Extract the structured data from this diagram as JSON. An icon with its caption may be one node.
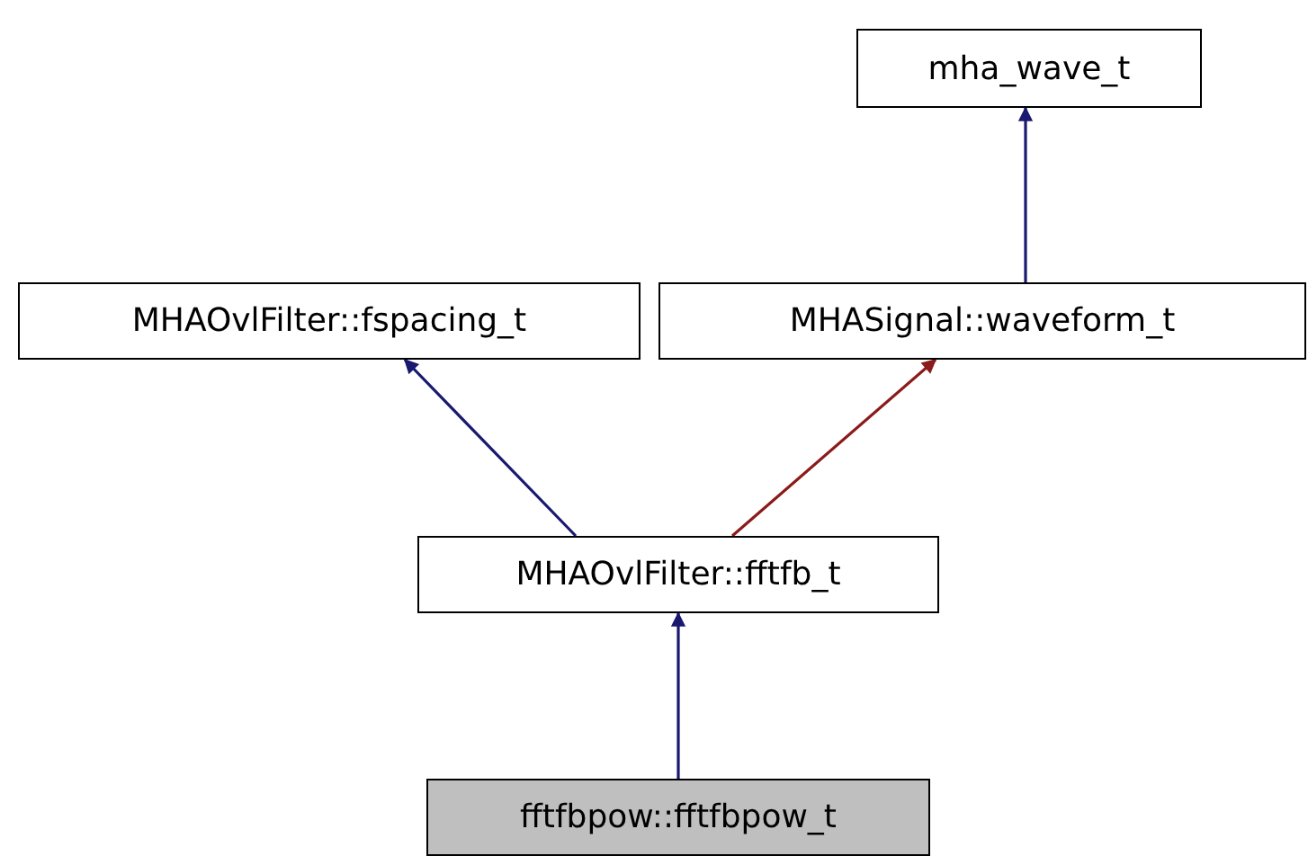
{
  "diagram": {
    "nodes": [
      {
        "text": [
          "mha_wave_t"
        ]
      },
      {
        "text": [
          "MHAOvlFilter::fspacing_t"
        ]
      },
      {
        "text": [
          "MHASignal::waveform_t"
        ]
      },
      {
        "text": [
          "MHAOvlFilter::fftfb_t"
        ]
      },
      {
        "text": [
          "fftfbpow::fftfbpow_t"
        ]
      }
    ],
    "edges": [
      {
        "from": 2,
        "to": 0,
        "arrow": "to"
      },
      {
        "from": 3,
        "to": 1,
        "arrow": "to"
      },
      {
        "from": 3,
        "to": 2,
        "arrow": "to",
        "color": "#8b1a1a"
      },
      {
        "from": 4,
        "to": 3,
        "arrow": "to"
      }
    ]
  }
}
